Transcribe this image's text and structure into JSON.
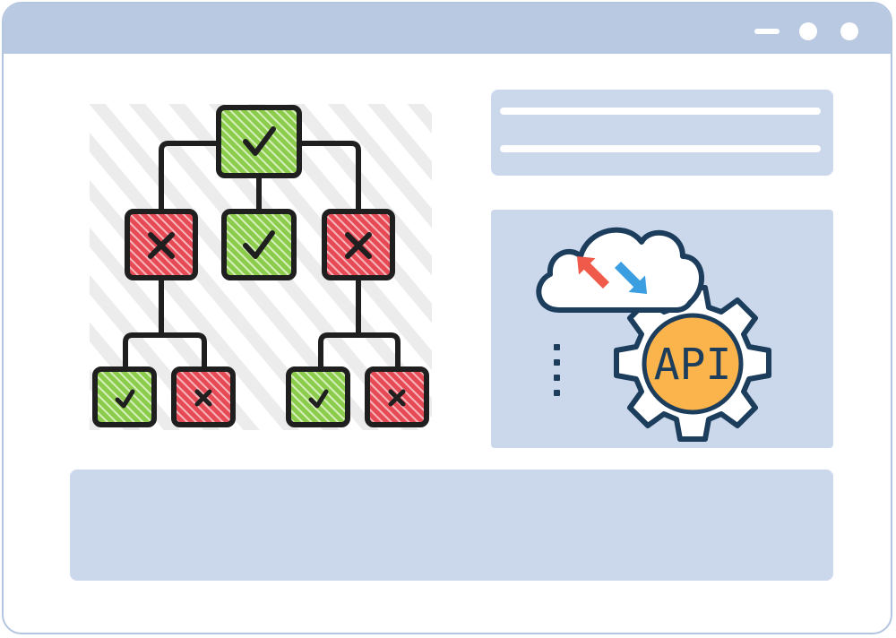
{
  "window": {
    "controls": [
      "minimize-icon",
      "maximize-icon",
      "close-icon"
    ]
  },
  "tree": {
    "root": {
      "status": "check"
    },
    "level2": [
      {
        "status": "cross"
      },
      {
        "status": "check"
      },
      {
        "status": "cross"
      }
    ],
    "level3": [
      {
        "status": "check"
      },
      {
        "status": "cross"
      },
      {
        "status": "check"
      },
      {
        "status": "cross"
      }
    ]
  },
  "api_card": {
    "label": "API",
    "icons": [
      "cloud-icon",
      "sync-arrows-icon",
      "gear-icon",
      "vertical-dots-icon"
    ]
  },
  "colors": {
    "titlebar": "#b8c9e1",
    "card": "#cbd7eb",
    "green_node": "#8ccc4c",
    "red_node": "#e64a55",
    "outline": "#1f1f1f",
    "api_navy": "#1c3d5c",
    "api_orange": "#fbb34c",
    "arrow_red": "#ef5a4a",
    "arrow_blue": "#3a9ee0"
  }
}
